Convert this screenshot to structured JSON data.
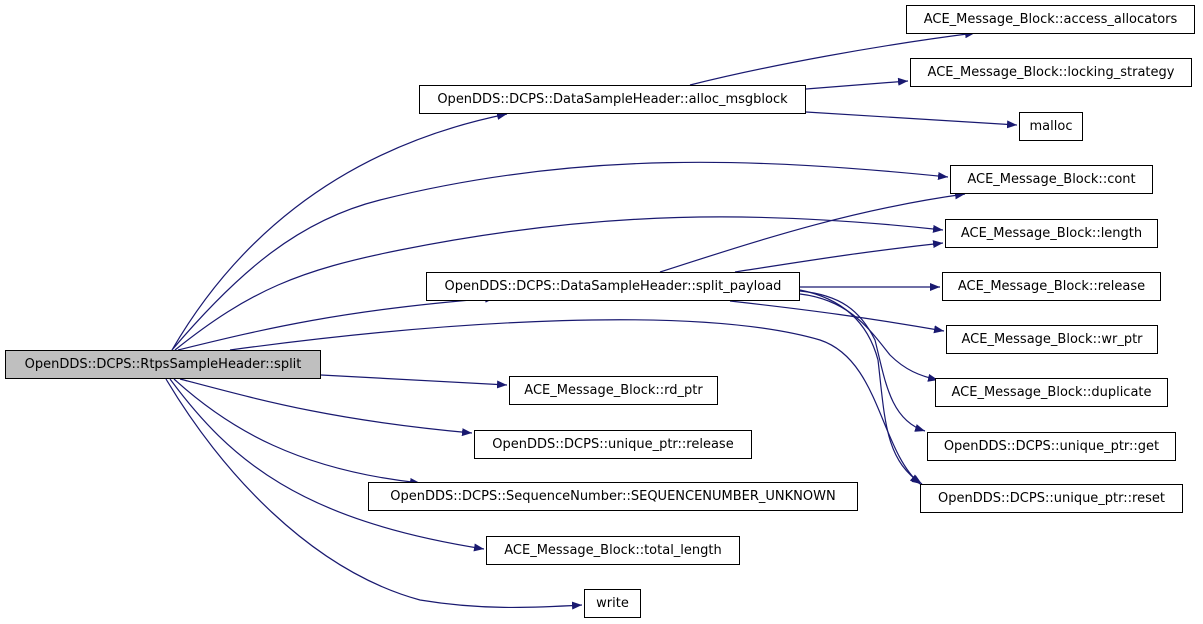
{
  "diagram": {
    "accent_color": "#191970",
    "root_fill": "#bfbfbf",
    "nodes": {
      "root": "OpenDDS::DCPS::RtpsSampleHeader::split",
      "alloc_msgblock": "OpenDDS::DCPS::DataSampleHeader::alloc_msgblock",
      "access_allocators": "ACE_Message_Block::access_allocators",
      "locking_strategy": "ACE_Message_Block::locking_strategy",
      "malloc": "malloc",
      "cont": "ACE_Message_Block::cont",
      "length": "ACE_Message_Block::length",
      "split_payload": "OpenDDS::DCPS::DataSampleHeader::split_payload",
      "release_mb": "ACE_Message_Block::release",
      "wr_ptr": "ACE_Message_Block::wr_ptr",
      "duplicate": "ACE_Message_Block::duplicate",
      "rd_ptr": "ACE_Message_Block::rd_ptr",
      "up_release": "OpenDDS::DCPS::unique_ptr::release",
      "up_get": "OpenDDS::DCPS::unique_ptr::get",
      "up_reset": "OpenDDS::DCPS::unique_ptr::reset",
      "seq_unknown": "OpenDDS::DCPS::SequenceNumber::SEQUENCENUMBER_UNKNOWN",
      "total_length": "ACE_Message_Block::total_length",
      "write": "write"
    },
    "edges": [
      [
        "root",
        "alloc_msgblock"
      ],
      [
        "root",
        "cont"
      ],
      [
        "root",
        "length"
      ],
      [
        "root",
        "split_payload"
      ],
      [
        "root",
        "up_reset"
      ],
      [
        "root",
        "rd_ptr"
      ],
      [
        "root",
        "up_release"
      ],
      [
        "root",
        "seq_unknown"
      ],
      [
        "root",
        "total_length"
      ],
      [
        "root",
        "write"
      ],
      [
        "alloc_msgblock",
        "access_allocators"
      ],
      [
        "alloc_msgblock",
        "locking_strategy"
      ],
      [
        "alloc_msgblock",
        "malloc"
      ],
      [
        "split_payload",
        "cont"
      ],
      [
        "split_payload",
        "length"
      ],
      [
        "split_payload",
        "release_mb"
      ],
      [
        "split_payload",
        "wr_ptr"
      ],
      [
        "split_payload",
        "duplicate"
      ],
      [
        "split_payload",
        "up_get"
      ],
      [
        "split_payload",
        "up_reset"
      ]
    ]
  }
}
